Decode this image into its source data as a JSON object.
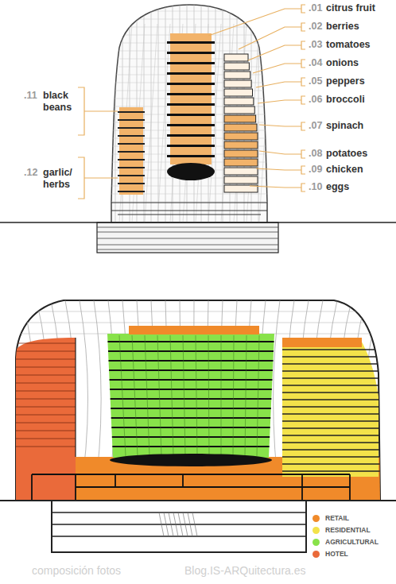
{
  "diagram": {
    "labels": [
      ".01",
      "citrus fruit",
      ".02",
      "berries",
      ".03",
      "tomatoes",
      ".04",
      "onions",
      ".05",
      "peppers",
      ".06",
      "broccoli",
      ".07",
      "spinach",
      ".08",
      "potatoes",
      ".09",
      "chicken",
      ".10",
      "eggs",
      ".11",
      "black beans",
      ".12",
      "garlic/ herbs",
      "composición fotos",
      "Blog.IS-ARQuitectura.es"
    ],
    "legend": [
      {
        "text": "RETAIL",
        "color": "#f08a2a"
      },
      {
        "text": "RESIDENTIAL",
        "color": "#f3e24a"
      },
      {
        "text": "AGRICULTURAL",
        "color": "#88e24a"
      },
      {
        "text": "HOTEL",
        "color": "#ea6a3a"
      }
    ]
  }
}
